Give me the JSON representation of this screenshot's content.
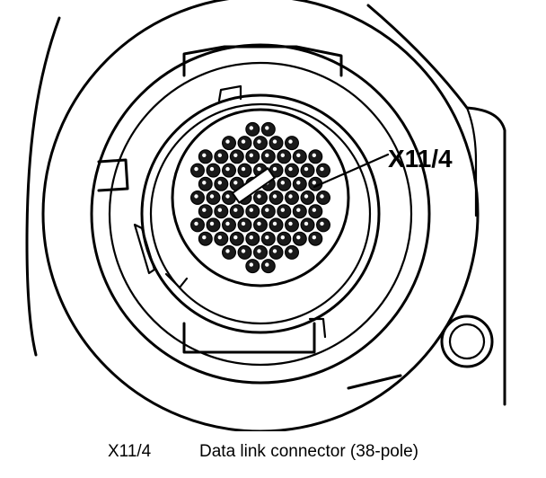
{
  "diagram": {
    "callout_label": "X11/4",
    "legend": {
      "key": "X11/4",
      "description": "Data link connector (38-pole)"
    },
    "colors": {
      "ink": "#000000",
      "background": "#ffffff"
    }
  }
}
